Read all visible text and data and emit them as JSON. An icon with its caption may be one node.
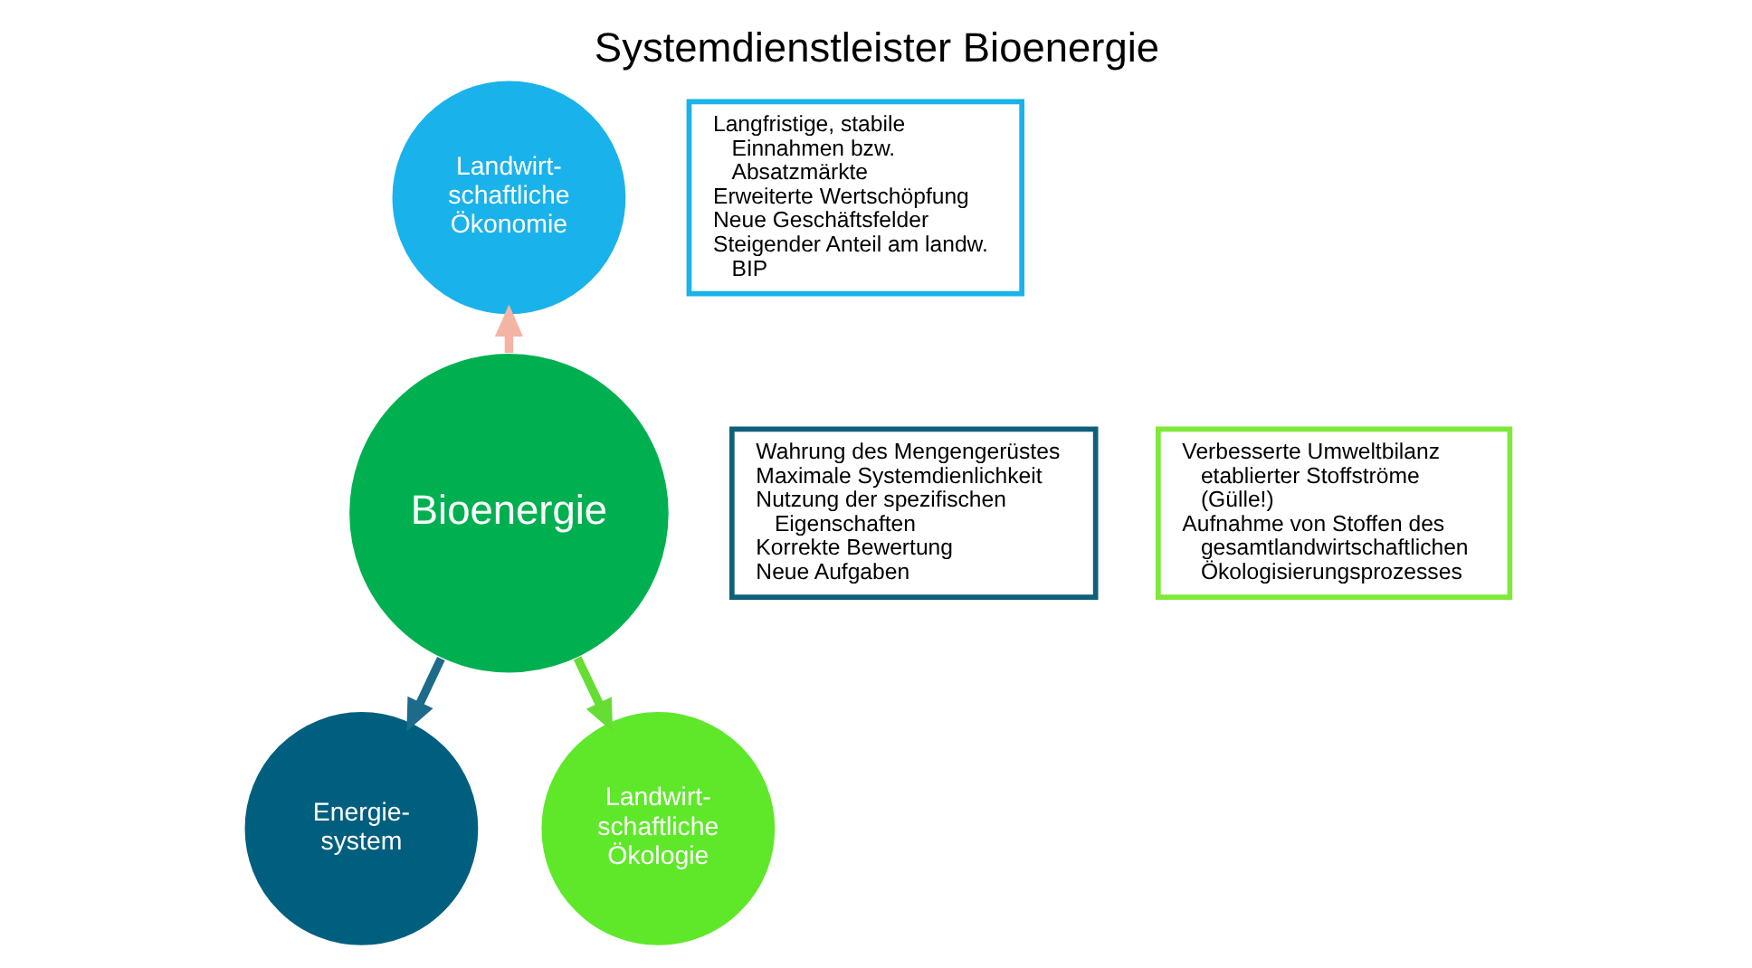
{
  "diagram": {
    "title": "Systemdienstleister Bioenergie",
    "nodes": [
      {
        "text": [
          "Bioenergie"
        ]
      },
      {
        "text": [
          "Landwirt- schaftliche Ökonomie"
        ]
      },
      {
        "text": [
          "Energie- system"
        ]
      },
      {
        "text": [
          "Landwirt- schaftliche Ökologie"
        ]
      },
      {
        "text": [
          "Wahrung des Mengengerüstes",
          "Maximale Systemdienlichkeit",
          "Nutzung der spezifischen Eigenschaften",
          "Korrekte Bewertung",
          "Neue Aufgaben"
        ]
      },
      {
        "text": [
          "Langfristige, stabile Einnahmen bzw. Absatzmärkte",
          "Erweiterte Wertschöpfung",
          "Neue Geschäftsfelder",
          "Steigender Anteil am landw. BIP"
        ]
      },
      {
        "text": [
          "Verbesserte Umweltbilanz etablierter Stoffströme (Gülle!)",
          "Aufnahme von Stoffen des gesamtlandwirtschaftlichen Ökologisierungsprozesses"
        ]
      }
    ],
    "edges": [
      {
        "from": 0,
        "to": 1,
        "arrow": "to",
        "color": "#f4b4a4"
      },
      {
        "from": 0,
        "to": 2,
        "arrow": "to",
        "color": "#1d6b8a"
      },
      {
        "from": 0,
        "to": 3,
        "arrow": "to",
        "color": "#66dd33"
      }
    ]
  }
}
